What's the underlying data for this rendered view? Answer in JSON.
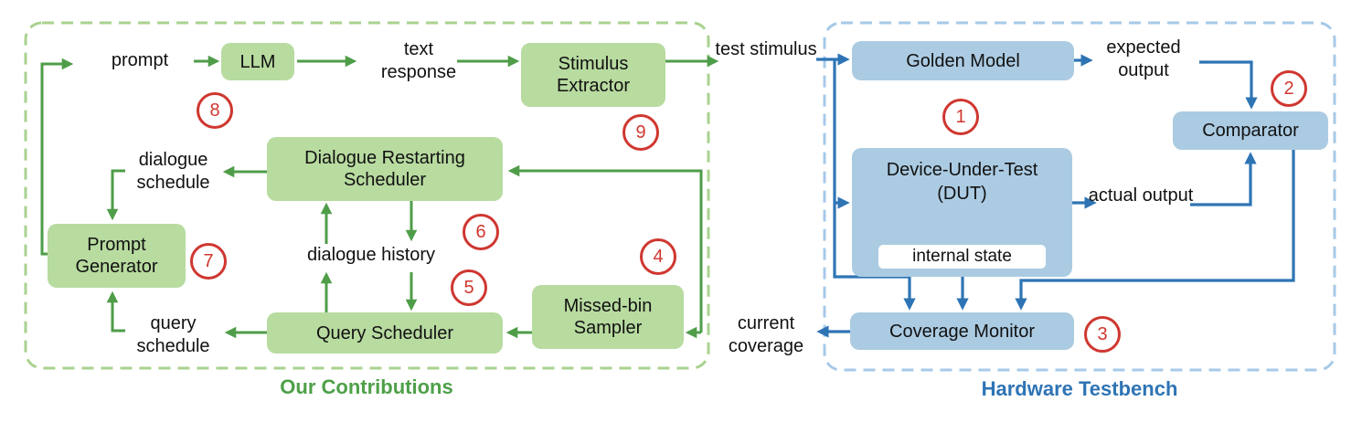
{
  "colors": {
    "green_fill": "#b8dba0",
    "green_line": "#4f9d49",
    "green_dash": "#a9d28f",
    "green_caption": "#4ea048",
    "blue_fill": "#abcbe2",
    "blue_line": "#2e74b5",
    "blue_dash": "#a7c9e8",
    "blue_caption": "#2e74b5",
    "badge_red": "#cf3730",
    "text": "#111111"
  },
  "green": {
    "caption": "Our Contributions",
    "boxes": {
      "llm": "LLM",
      "stimulus_extractor": "Stimulus Extractor",
      "dialogue_restarting_scheduler": "Dialogue Restarting Scheduler",
      "query_scheduler": "Query Scheduler",
      "missed_bin_sampler": "Missed-bin Sampler",
      "prompt_generator": "Prompt Generator"
    },
    "labels": {
      "prompt": "prompt",
      "text_response": "text response",
      "test_stimulus": "test stimulus",
      "dialogue_schedule": "dialogue schedule",
      "dialogue_history": "dialogue history",
      "query_schedule": "query schedule",
      "current_coverage": "current coverage"
    }
  },
  "blue": {
    "caption": "Hardware Testbench",
    "boxes": {
      "golden_model": "Golden Model",
      "dut_line1": "Device-Under-Test",
      "dut_line2": "(DUT)",
      "internal_state": "internal state",
      "comparator": "Comparator",
      "coverage_monitor": "Coverage Monitor"
    },
    "labels": {
      "expected_output": "expected output",
      "actual_output": "actual output"
    }
  },
  "badges": {
    "b1": "1",
    "b2": "2",
    "b3": "3",
    "b4": "4",
    "b5": "5",
    "b6": "6",
    "b7": "7",
    "b8": "8",
    "b9": "9"
  }
}
